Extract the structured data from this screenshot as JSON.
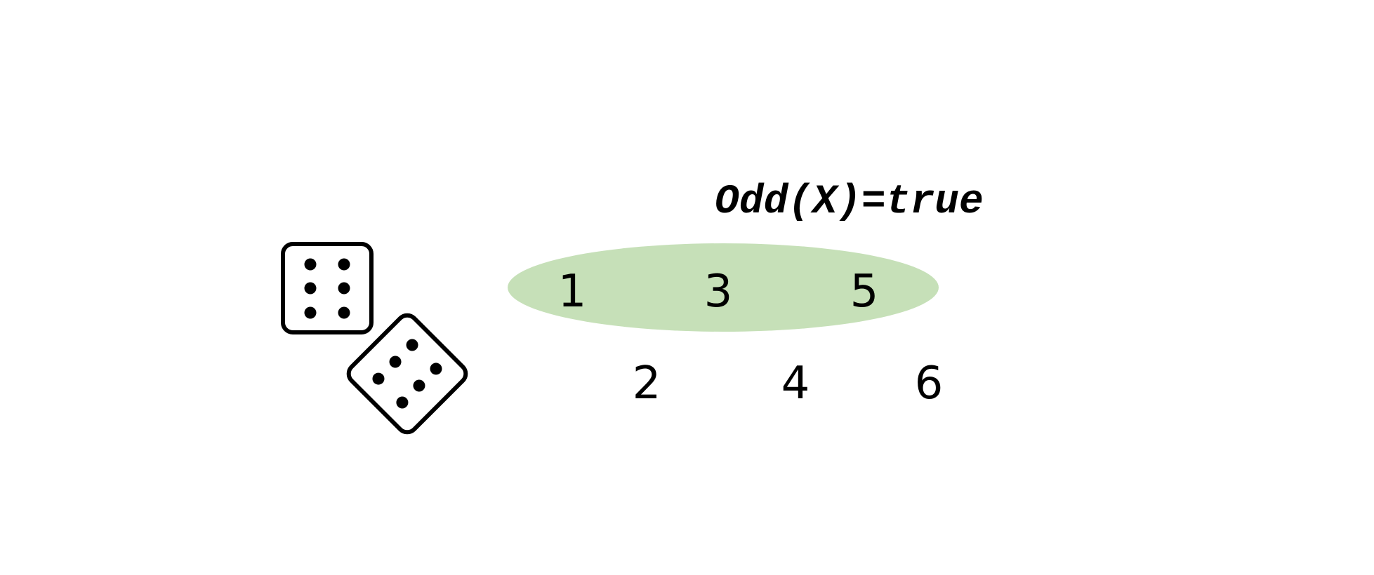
{
  "event": {
    "label": "Odd(X)=true",
    "highlight_color": "#c6e0b8"
  },
  "outcomes": {
    "odd": [
      "1",
      "3",
      "5"
    ],
    "even": [
      "2",
      "4",
      "6"
    ]
  },
  "dice": [
    {
      "icon": "die-six-icon",
      "pips": 6
    },
    {
      "icon": "die-six-icon",
      "pips": 6
    }
  ]
}
